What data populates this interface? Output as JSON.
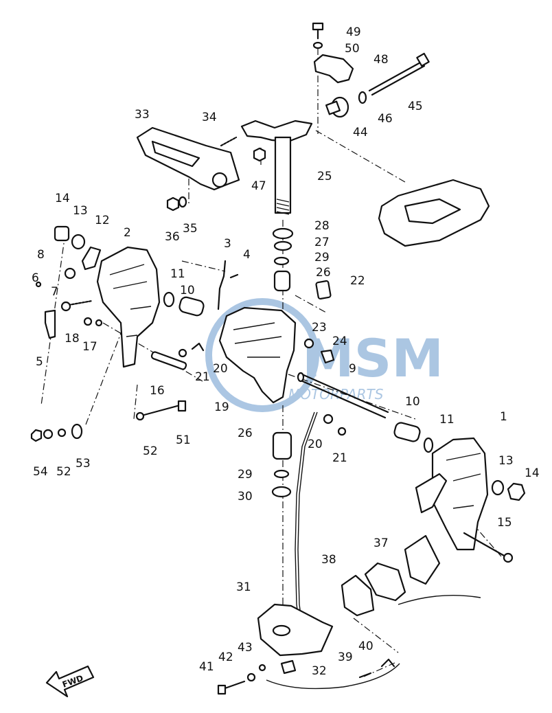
{
  "watermark": {
    "logo": "MSM",
    "text": "MOTORPARTS",
    "color": "#8fb3d9"
  },
  "fwd_label": "FWD",
  "callouts": [
    {
      "num": "49",
      "part": "bolt"
    },
    {
      "num": "50",
      "part": "washer"
    },
    {
      "num": "48",
      "part": "clamp"
    },
    {
      "num": "45",
      "part": "bolt"
    },
    {
      "num": "46",
      "part": "washer"
    },
    {
      "num": "44",
      "part": "bushing"
    },
    {
      "num": "33",
      "part": "bracket"
    },
    {
      "num": "34",
      "part": "screw"
    },
    {
      "num": "25",
      "part": "steering-shaft"
    },
    {
      "num": "47",
      "part": "nut"
    },
    {
      "num": "14",
      "part": "nut"
    },
    {
      "num": "13",
      "part": "washer"
    },
    {
      "num": "12",
      "part": "plate"
    },
    {
      "num": "36",
      "part": "nut"
    },
    {
      "num": "35",
      "part": "washer"
    },
    {
      "num": "28",
      "part": "washer"
    },
    {
      "num": "27",
      "part": "washer"
    },
    {
      "num": "29",
      "part": "o-ring"
    },
    {
      "num": "26",
      "part": "bushing"
    },
    {
      "num": "22",
      "part": "plate"
    },
    {
      "num": "2",
      "part": "clamp-bracket"
    },
    {
      "num": "3",
      "part": "spring"
    },
    {
      "num": "4",
      "part": "screw"
    },
    {
      "num": "8",
      "part": "nut"
    },
    {
      "num": "6",
      "part": "pin"
    },
    {
      "num": "7",
      "part": "spring"
    },
    {
      "num": "11",
      "part": "washer"
    },
    {
      "num": "10",
      "part": "bushing"
    },
    {
      "num": "18",
      "part": "nut"
    },
    {
      "num": "17",
      "part": "washer"
    },
    {
      "num": "5",
      "part": "plate"
    },
    {
      "num": "23",
      "part": "nut"
    },
    {
      "num": "24",
      "part": "bolt"
    },
    {
      "num": "9",
      "part": "through-bolt"
    },
    {
      "num": "16",
      "part": "rod"
    },
    {
      "num": "21",
      "part": "collar"
    },
    {
      "num": "20",
      "part": "grease-nipple"
    },
    {
      "num": "19",
      "part": "swivel-bracket"
    },
    {
      "num": "1",
      "part": "clamp-bracket"
    },
    {
      "num": "15",
      "part": "bolt"
    },
    {
      "num": "52",
      "part": "washer"
    },
    {
      "num": "51",
      "part": "bolt"
    },
    {
      "num": "53",
      "part": "washer"
    },
    {
      "num": "54",
      "part": "nut"
    },
    {
      "num": "30",
      "part": "washer"
    },
    {
      "num": "37",
      "part": "bracket"
    },
    {
      "num": "38",
      "part": "mount"
    },
    {
      "num": "31",
      "part": "lower-bracket"
    },
    {
      "num": "43",
      "part": "washer"
    },
    {
      "num": "42",
      "part": "washer"
    },
    {
      "num": "41",
      "part": "bolt"
    },
    {
      "num": "32",
      "part": "cable"
    },
    {
      "num": "39",
      "part": "bolt"
    },
    {
      "num": "40",
      "part": "clip"
    }
  ]
}
